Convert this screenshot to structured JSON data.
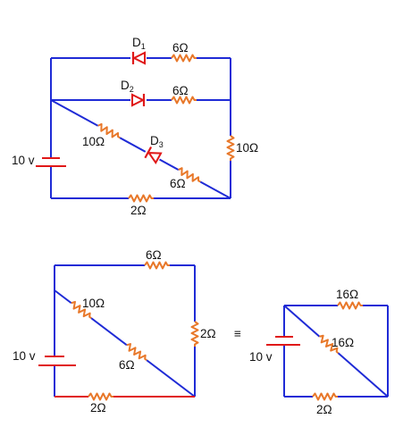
{
  "colors": {
    "wire": "#1f2bd6",
    "resistor": "#e8782a",
    "diode": "#e01818",
    "battery": "#e01818",
    "text": "#111111",
    "background": "#ffffff"
  },
  "circuit_top": {
    "diodes": [
      {
        "letter": "D",
        "sub": "1"
      },
      {
        "letter": "D",
        "sub": "2"
      },
      {
        "letter": "D",
        "sub": "3"
      }
    ],
    "resistors": {
      "branch_1": "6Ω",
      "branch_2": "6Ω",
      "diagonal_upper": "10Ω",
      "diagonal_lower": "6Ω",
      "right": "10Ω",
      "bottom": "2Ω"
    },
    "battery": "10 v"
  },
  "circuit_bottom_left": {
    "resistors": {
      "top": "6Ω",
      "diagonal_upper": "10Ω",
      "diagonal_lower": "6Ω",
      "right": "2Ω",
      "bottom": "2Ω"
    },
    "battery": "10 v"
  },
  "equivalence_symbol": "≡",
  "circuit_bottom_right": {
    "resistors": {
      "top": "16Ω",
      "diagonal": "16Ω",
      "bottom": "2Ω"
    },
    "battery": "10 v"
  }
}
